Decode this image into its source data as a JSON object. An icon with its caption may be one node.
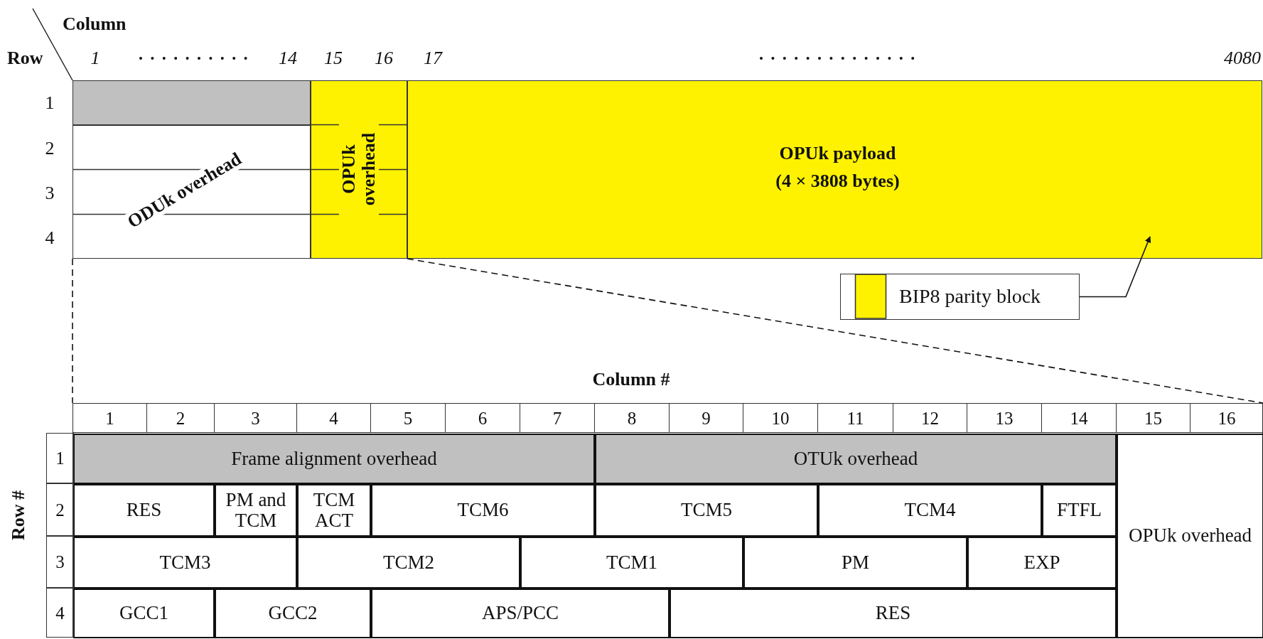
{
  "diagram": {
    "nodes": [
      {
        "text": [],
        "shape": "box"
      },
      {
        "text": [
          "ODUk overhead"
        ]
      },
      {
        "text": [
          "OPUk overhead"
        ]
      },
      {
        "text": [
          "OPUk payload",
          "(4 × 3808 bytes)"
        ]
      },
      {
        "text": [
          "BIP8 parity block"
        ]
      },
      {
        "text": [],
        "shape": "box"
      },
      {
        "text": [
          "Frame alignment overhead"
        ],
        "in": 5
      },
      {
        "text": [
          "OTUk overhead"
        ],
        "in": 5
      },
      {
        "text": [
          "OPUk overhead"
        ],
        "in": 5
      },
      {
        "text": [
          "RES"
        ],
        "in": 5
      },
      {
        "text": [
          "PM and TCM"
        ],
        "in": 5
      },
      {
        "text": [
          "TCM ACT"
        ],
        "in": 5
      },
      {
        "text": [
          "TCM6"
        ],
        "in": 5
      },
      {
        "text": [
          "TCM5"
        ],
        "in": 5
      },
      {
        "text": [
          "TCM4"
        ],
        "in": 5
      },
      {
        "text": [
          "FTFL"
        ],
        "in": 5
      },
      {
        "text": [
          "TCM3"
        ],
        "in": 5
      },
      {
        "text": [
          "TCM2"
        ],
        "in": 5
      },
      {
        "text": [
          "TCM1"
        ],
        "in": 5
      },
      {
        "text": [
          "PM"
        ],
        "in": 5
      },
      {
        "text": [
          "EXP"
        ],
        "in": 5
      },
      {
        "text": [
          "GCC1"
        ],
        "in": 5
      },
      {
        "text": [
          "GCC2"
        ],
        "in": 5
      },
      {
        "text": [
          "APS/PCC"
        ],
        "in": 5
      },
      {
        "text": [
          "RES"
        ],
        "in": 5
      }
    ],
    "edges": [
      {
        "from": 4,
        "to": 3,
        "arrow": "to"
      },
      {
        "from": 1,
        "to": 5,
        "arrow": "none",
        "style": "dashed"
      },
      {
        "from": 2,
        "to": 5,
        "arrow": "none",
        "style": "dashed"
      }
    ],
    "labels": [
      "Column",
      "Row",
      "1",
      "14",
      "15",
      "16",
      "17",
      "4080",
      "1",
      "2",
      "3",
      "4",
      "Column #",
      "1",
      "2",
      "3",
      "4",
      "5",
      "6",
      "7",
      "8",
      "9",
      "10",
      "11",
      "12",
      "13",
      "14",
      "15",
      "16",
      "Row #",
      "1",
      "2",
      "3",
      "4"
    ]
  }
}
